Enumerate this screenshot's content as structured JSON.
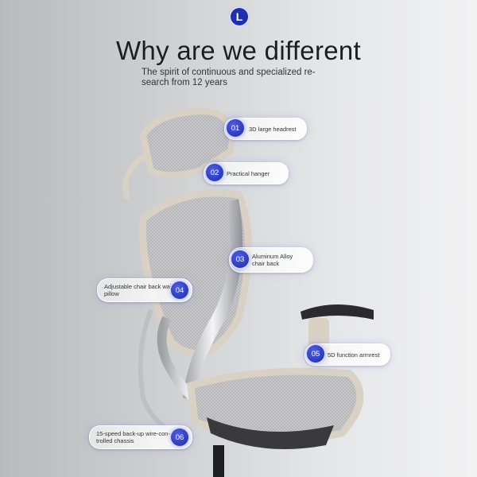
{
  "header": {
    "logo_glyph": "L",
    "title": "Why are we different",
    "subtitle_line1": "The spirit of continuous and specialized re-",
    "subtitle_line2": "search from 12 years"
  },
  "features": [
    {
      "num": "01",
      "label": "3D large headrest"
    },
    {
      "num": "02",
      "label": "Practical hanger"
    },
    {
      "num": "03",
      "label_line1": "Aluminum Alloy",
      "label_line2": "chair back"
    },
    {
      "num": "04",
      "label_line1": "Adjustable chair back waist",
      "label_line2": "pillow"
    },
    {
      "num": "05",
      "label": "5D function armrest"
    },
    {
      "num": "06",
      "label_line1": "15-speed back-up wire-con-",
      "label_line2": "trolled chassis"
    }
  ],
  "colors": {
    "accent": "#1f2fb0",
    "chair_frame": "#d9d2c4",
    "mesh": "#b8b8ba",
    "aluminum": "#e4e5e8"
  },
  "image": {
    "subject": "ergonomic office chair with mesh back and aluminum frame"
  }
}
